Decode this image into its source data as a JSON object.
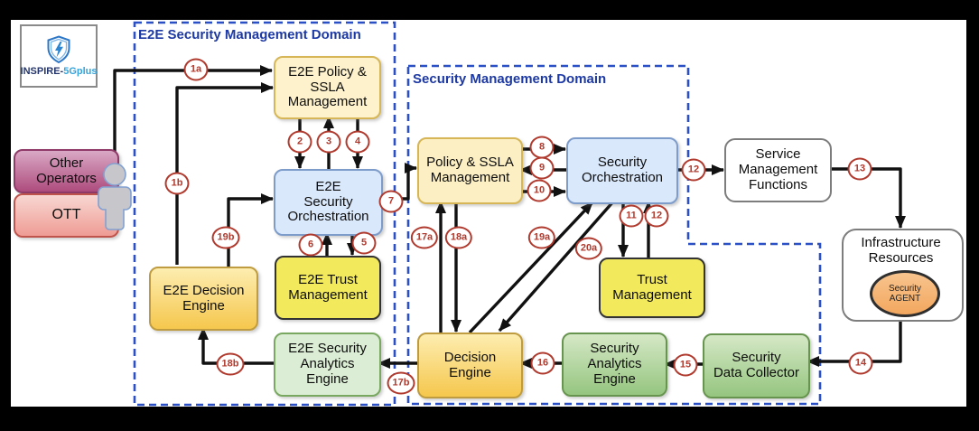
{
  "logo": {
    "brand_primary": "INSPIRE-",
    "brand_secondary": "5Gplus",
    "icon": "shield-bolt-icon"
  },
  "domains": {
    "e2e": {
      "title": "E2E Security Management Domain"
    },
    "smd": {
      "title": "Security Management Domain"
    }
  },
  "actors": {
    "other_operators": {
      "label": "Other\nOperators"
    },
    "ott": {
      "label": "OTT"
    }
  },
  "nodes": {
    "e2e_policy": {
      "label": "E2E Policy &\nSSLA\nManagement"
    },
    "e2e_orchestration": {
      "label": "E2E\nSecurity\nOrchestration"
    },
    "e2e_trust": {
      "label": "E2E Trust\nManagement"
    },
    "e2e_decision": {
      "label": "E2E Decision\nEngine"
    },
    "e2e_analytics": {
      "label": "E2E Security\nAnalytics\nEngine"
    },
    "policy": {
      "label": "Policy & SSLA\nManagement"
    },
    "orchestration": {
      "label": "Security\nOrchestration"
    },
    "trust": {
      "label": "Trust\nManagement"
    },
    "decision": {
      "label": "Decision\nEngine"
    },
    "analytics": {
      "label": "Security\nAnalytics\nEngine"
    },
    "data_collector": {
      "label": "Security\nData Collector"
    },
    "service_mgmt": {
      "label": "Service\nManagement\nFunctions"
    },
    "infrastructure": {
      "label": "Infrastructure\nResources"
    },
    "agent": {
      "label": "Security\nAGENT"
    }
  },
  "interface_labels": {
    "i1a": "1a",
    "i1b": "1b",
    "i2": "2",
    "i3": "3",
    "i4": "4",
    "i5": "5",
    "i6": "6",
    "i7": "7",
    "i8": "8",
    "i9": "9",
    "i10": "10",
    "i11": "11",
    "i12_up": "12",
    "i12_right": "12",
    "i13": "13",
    "i14": "14",
    "i15": "15",
    "i16": "16",
    "i17a": "17a",
    "i17b": "17b",
    "i18a": "18a",
    "i18b": "18b",
    "i19a": "19a",
    "i19b": "19b",
    "i20a": "20a"
  },
  "colors": {
    "domain_border": "#2B50C6",
    "domain_title": "#1D39A3",
    "interface_red": "#B03A2E",
    "arrow_black": "#111111",
    "node_cream": "#FDF2CC",
    "node_blue": "#DAE8FC",
    "node_yellow": "#F2E95D",
    "node_gold": "#F5C74D",
    "node_green": "#95C57F",
    "agent_orange": "#F2A75E",
    "actor_magenta": "#AE4C7E",
    "actor_pink": "#EE9C94"
  }
}
